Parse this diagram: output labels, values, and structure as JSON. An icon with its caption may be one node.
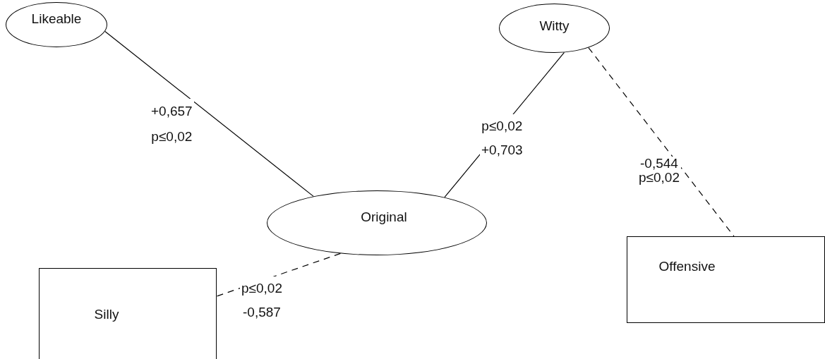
{
  "diagram": {
    "nodes": [
      {
        "text": [
          "Likeable"
        ]
      },
      {
        "text": [
          "Witty"
        ]
      },
      {
        "text": [
          "Original"
        ]
      },
      {
        "text": [
          "Silly"
        ]
      },
      {
        "text": [
          "Offensive"
        ]
      }
    ],
    "edges": [
      {
        "from": 0,
        "to": 2,
        "arrow": "none",
        "label": "+0,657 p≤0,02"
      },
      {
        "from": 1,
        "to": 2,
        "arrow": "none",
        "label": "p≤0,02 +0,703"
      },
      {
        "from": 1,
        "to": 4,
        "arrow": "none",
        "label": "-0,544 p≤0,02",
        "style": "dashed"
      },
      {
        "from": 2,
        "to": 3,
        "arrow": "none",
        "label": "p≤0,02 -0,587",
        "style": "dashed"
      }
    ]
  }
}
